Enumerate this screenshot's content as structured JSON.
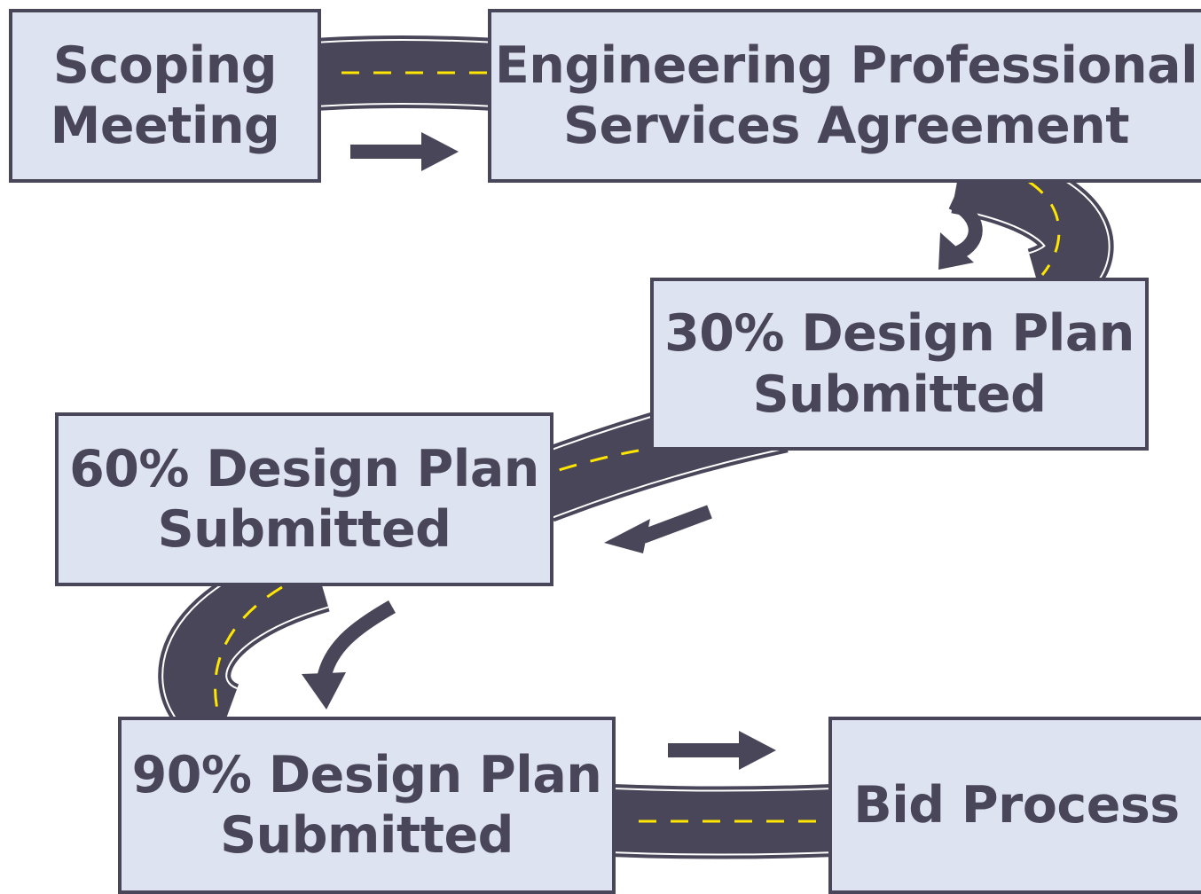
{
  "steps": [
    {
      "id": "scoping",
      "label": "Scoping\nMeeting"
    },
    {
      "id": "agreement",
      "label": "Engineering Professional\nServices Agreement"
    },
    {
      "id": "design30",
      "label": "30% Design Plan\nSubmitted"
    },
    {
      "id": "design60",
      "label": "60% Design Plan\nSubmitted"
    },
    {
      "id": "design90",
      "label": "90% Design Plan\nSubmitted"
    },
    {
      "id": "bid",
      "label": "Bid Process"
    }
  ],
  "colors": {
    "box_fill": "#dde3f1",
    "box_border": "#4a4659",
    "text": "#4a4659",
    "road": "#4a4659",
    "road_edge": "#ffffff",
    "lane_marking": "#ffe600",
    "arrow": "#4a4659"
  },
  "icons": [
    "road-icon",
    "arrow-right-icon",
    "arrow-curved-down-icon",
    "arrow-left-icon"
  ]
}
